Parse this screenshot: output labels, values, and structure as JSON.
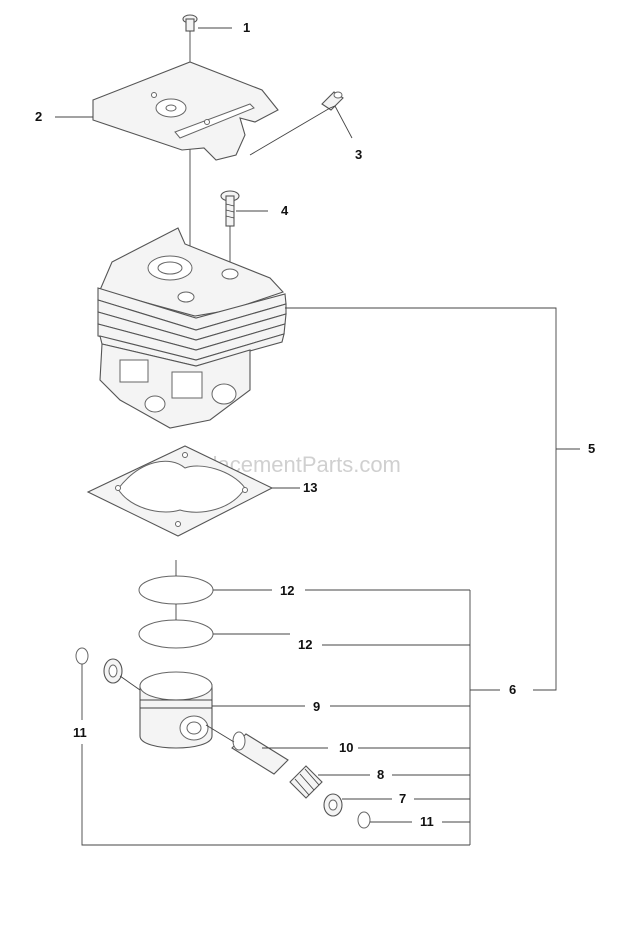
{
  "watermark": "eReplacementParts.com",
  "callouts": {
    "c1": "1",
    "c2": "2",
    "c3": "3",
    "c4": "4",
    "c5": "5",
    "c6": "6",
    "c7": "7",
    "c8": "8",
    "c9": "9",
    "c10": "10",
    "c11a": "11",
    "c11b": "11",
    "c12a": "12",
    "c12b": "12",
    "c13": "13"
  }
}
